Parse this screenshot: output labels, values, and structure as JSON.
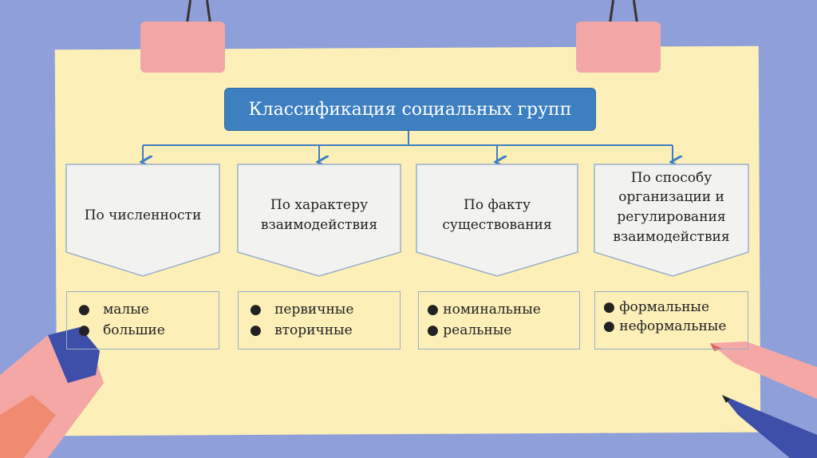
{
  "title": "Классификация социальных групп",
  "categories": [
    {
      "label": "По численности",
      "items": [
        "малые",
        "большие"
      ]
    },
    {
      "label": "По характеру взаимодействия",
      "items": [
        "первичные",
        "вторичные"
      ]
    },
    {
      "label": "По факту существования",
      "items": [
        "номинальные",
        "реальные"
      ]
    },
    {
      "label": "По способу организации и регулирования взаимодействия",
      "items": [
        "формальные",
        "неформальные"
      ]
    }
  ],
  "bullet": "●",
  "colors": {
    "background": "#8f9fda",
    "paper": "#fcefb8",
    "title_box": "#3e7fc2",
    "clip": "#f2a7a6",
    "box_fill": "#f2f2f0"
  }
}
